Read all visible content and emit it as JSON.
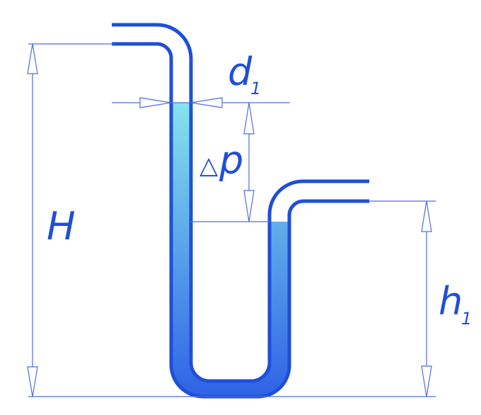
{
  "labels": {
    "H": "H",
    "d": "d",
    "d_sub": "1",
    "delta": "△",
    "p": "p",
    "h": "h",
    "h_sub": "1"
  },
  "colors": {
    "tube": "#1f4fd8",
    "dimension": "#4f6ee0",
    "liquid_top": "#86e3ee",
    "liquid_bottom": "#2e62e6"
  }
}
